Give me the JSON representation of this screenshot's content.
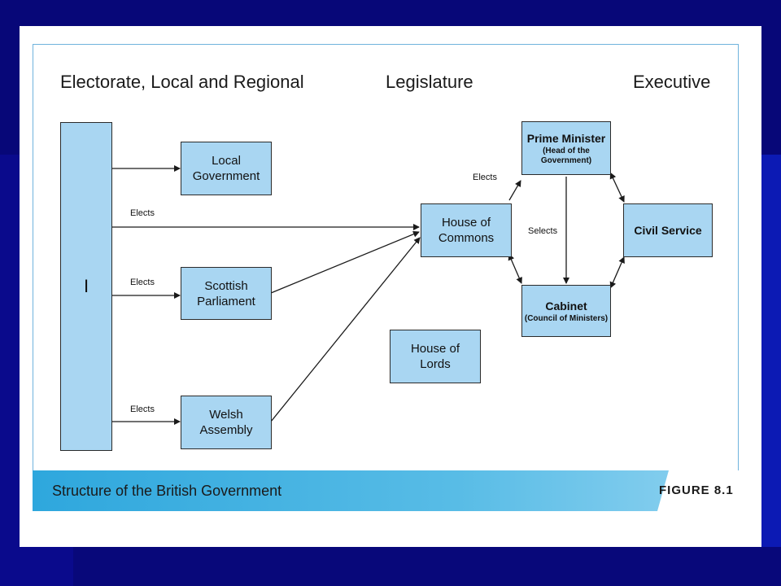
{
  "headings": {
    "left": "Electorate, Local and Regional",
    "middle": "Legislature",
    "right": "Executive"
  },
  "elector_box": {
    "text": "I"
  },
  "boxes": {
    "local_government": {
      "main": "Local\nGovernment"
    },
    "scottish_parliament": {
      "main": "Scottish\nParliament"
    },
    "welsh_assembly": {
      "main": "Welsh\nAssembly"
    },
    "house_of_commons": {
      "main": "House of\nCommons"
    },
    "house_of_lords": {
      "main": "House of\nLords"
    },
    "prime_minister": {
      "main": "Prime Minister",
      "sub": "(Head of the\nGovernment)"
    },
    "cabinet": {
      "main": "Cabinet",
      "sub": "(Council of Ministers)"
    },
    "civil_service": {
      "main": "Civil Service"
    }
  },
  "edge_labels": {
    "elects_commons": "Elects",
    "elects_scottish": "Elects",
    "elects_welsh": "Elects",
    "elects_pm": "Elects",
    "selects": "Selects"
  },
  "footer": {
    "title": "Structure of the British Government",
    "figure": "FIGURE 8.1"
  }
}
